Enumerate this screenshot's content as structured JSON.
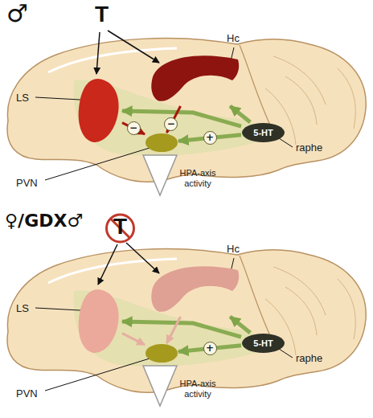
{
  "diagram": {
    "nodes": [
      {
        "text": [
          "Hc"
        ]
      },
      {
        "text": [
          "LS"
        ]
      },
      {
        "text": [
          "5-HT",
          "raphe"
        ]
      },
      {
        "text": [
          "PVN"
        ]
      },
      {
        "text": [
          "Hc"
        ]
      },
      {
        "text": [
          "LS"
        ]
      },
      {
        "text": [
          "5-HT",
          "raphe"
        ]
      },
      {
        "text": [
          "PVN"
        ]
      }
    ],
    "edges": [
      {
        "from": 2,
        "to": 1,
        "arrow": "to"
      },
      {
        "from": 2,
        "to": 0,
        "arrow": "to"
      },
      {
        "from": 2,
        "to": 3,
        "label": "+",
        "arrow": "to"
      },
      {
        "from": 1,
        "to": 3,
        "label": "−",
        "arrow": "to"
      },
      {
        "from": 0,
        "to": 3,
        "label": "−",
        "arrow": "to"
      },
      {
        "from": 6,
        "to": 5,
        "arrow": "to"
      },
      {
        "from": 6,
        "to": 4,
        "arrow": "to"
      },
      {
        "from": 6,
        "to": 7,
        "label": "+",
        "arrow": "to"
      },
      {
        "from": 5,
        "to": 7,
        "arrow": "to"
      },
      {
        "from": 4,
        "to": 7,
        "arrow": "to"
      }
    ],
    "labels": [
      "♂",
      "T",
      "HPA-axis activity",
      "♀/GDX♂",
      "T",
      "HPA-axis activity"
    ]
  }
}
